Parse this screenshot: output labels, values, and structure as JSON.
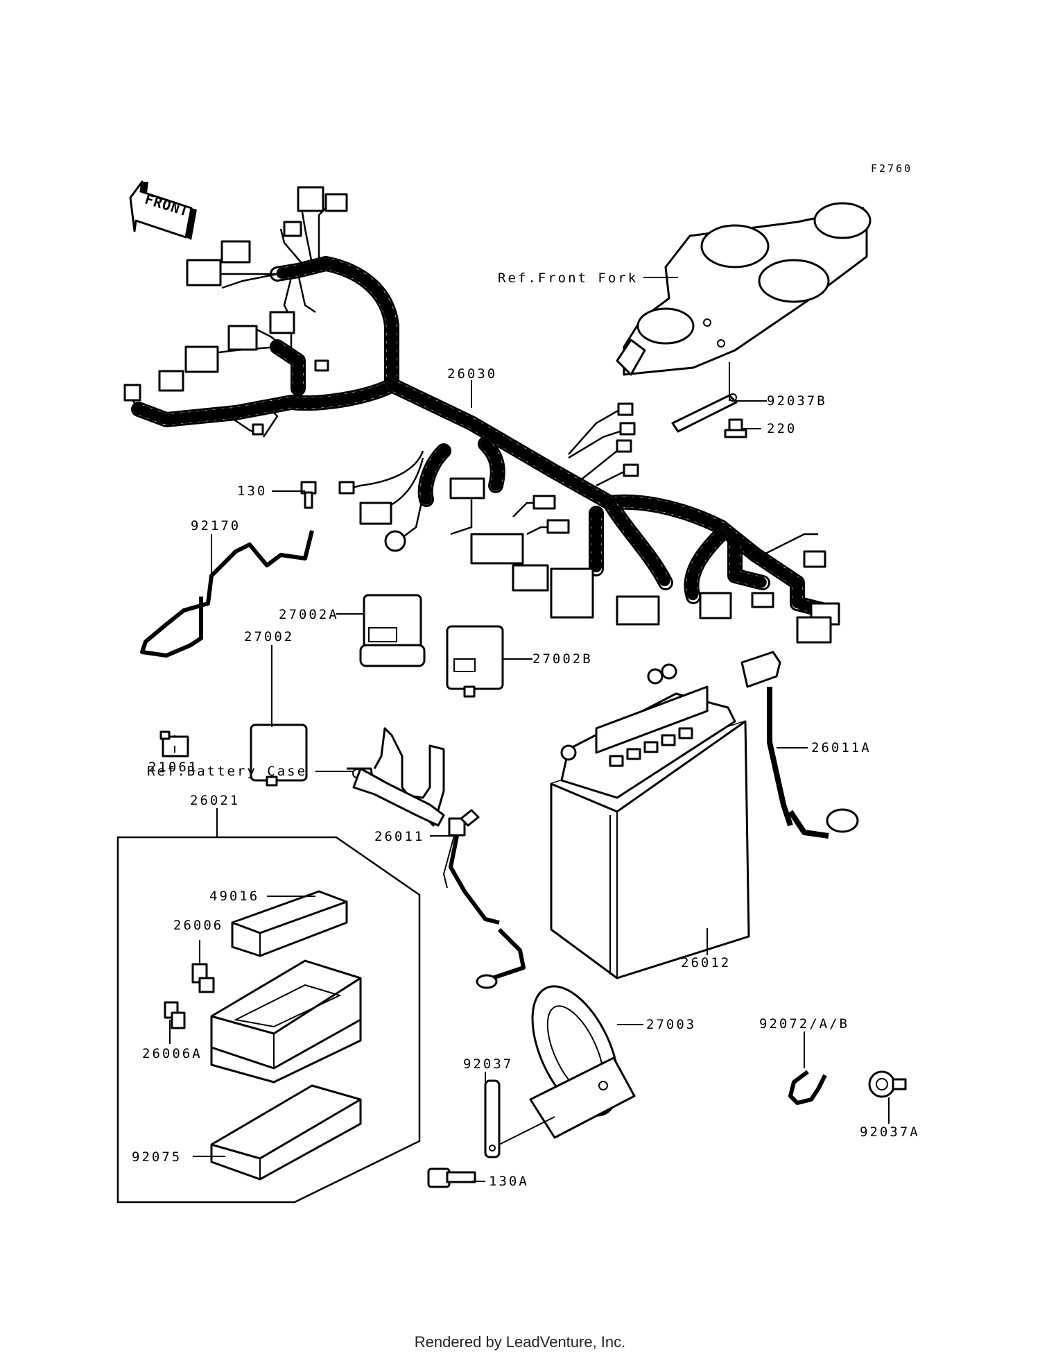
{
  "figure_code": "F2760",
  "front_arrow_label": "FRONT",
  "callouts": {
    "ref_front_fork": "Ref.Front Fork",
    "p92037B": "92037B",
    "p220": "220",
    "p26030": "26030",
    "p130": "130",
    "p92170": "92170",
    "p27002A": "27002A",
    "p27002": "27002",
    "p27002B": "27002B",
    "p21061": "21061",
    "ref_battery_case": "Ref.Battery Case",
    "p26021": "26021",
    "p26011A": "26011A",
    "p26011": "26011",
    "p49016": "49016",
    "p26006": "26006",
    "p26006A": "26006A",
    "p92075": "92075",
    "p26012": "26012",
    "p27003": "27003",
    "p92037": "92037",
    "p130A": "130A",
    "p92072AB": "92072/A/B",
    "p92037A": "92037A"
  },
  "footer": "Rendered by LeadVenture, Inc."
}
